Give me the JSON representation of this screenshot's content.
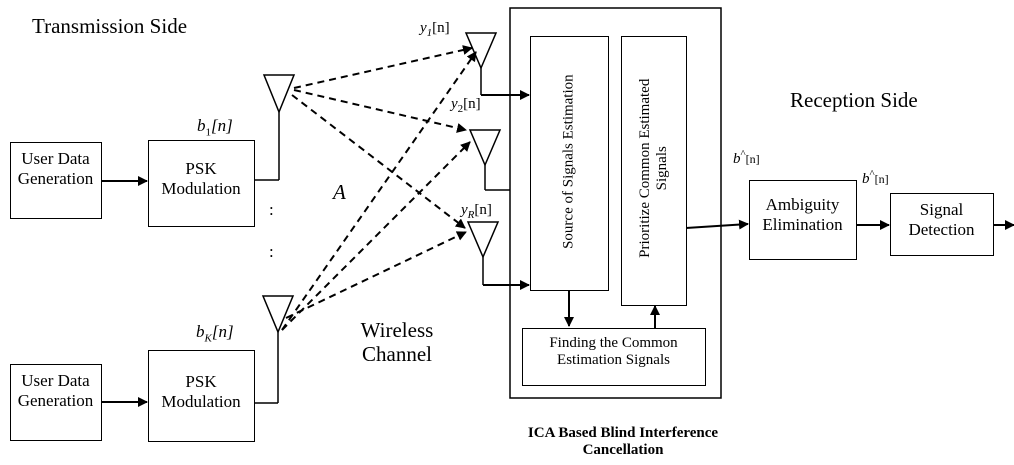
{
  "labels": {
    "transmission_side": "Transmission Side",
    "reception_side": "Reception Side",
    "wireless_line1": "Wireless",
    "wireless_line2": "Channel",
    "ica_line1": "ICA Based Blind Interference",
    "ica_line2": "Cancellation",
    "channel_matrix": "A",
    "dots_horizontal": ":",
    "dots_vertical": ":"
  },
  "signals": {
    "b1_base": "b",
    "b1_sub": "1",
    "b1_arg": "[n]",
    "bk_base": "b",
    "bk_sub": "K",
    "bk_arg": "[n]",
    "y1_base": "y",
    "y1_sub": "1",
    "y1_arg": "[n]",
    "y2_base": "y",
    "y2_sub": "2",
    "y2_arg": "[n]",
    "yr_base": "y",
    "yr_sub": "R",
    "yr_arg": "[n]",
    "bhat1_base": "b",
    "bhat1_sup": "^",
    "bhat1_arg": "[n]",
    "bhat2_base": "b",
    "bhat2_sup": "^",
    "bhat2_arg": "[n]"
  },
  "blocks": {
    "user_data_1_line1": "User Data",
    "user_data_1_line2": "Generation",
    "psk_1_line1": "PSK",
    "psk_1_line2": "Modulation",
    "user_data_2_line1": "User Data",
    "user_data_2_line2": "Generation",
    "psk_2_line1": "PSK",
    "psk_2_line2": "Modulation",
    "source_estimation": "Source of  Signals Estimation",
    "prioritize_line1": "Prioritize Common Estimated",
    "prioritize_line2": "Signals",
    "finding_line1": "Finding the Common",
    "finding_line2": "Estimation Signals",
    "ambiguity_line1": "Ambiguity",
    "ambiguity_line2": "Elimination",
    "signal_detection_line1": "Signal",
    "signal_detection_line2": "Detection"
  }
}
